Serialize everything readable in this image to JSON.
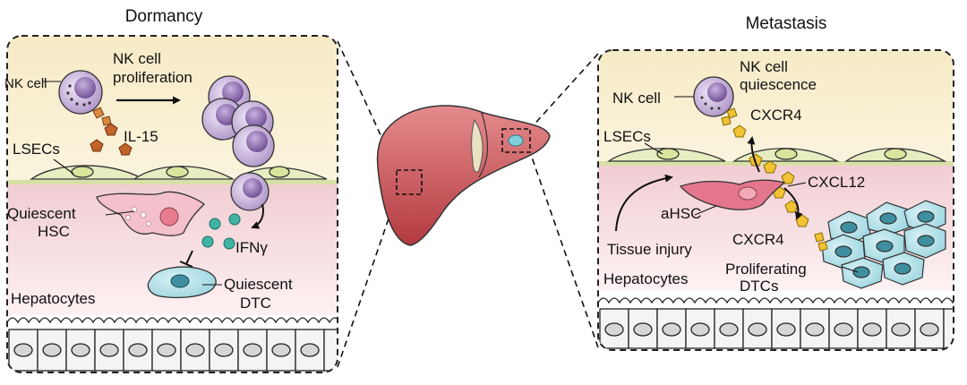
{
  "titles": {
    "left": "Dormancy",
    "right": "Metastasis"
  },
  "left_panel": {
    "nk_cell": "NK cell",
    "proliferation_line1": "NK cell",
    "proliferation_line2": "proliferation",
    "il15": "IL-15",
    "lsecs": "LSECs",
    "hsc_line1": "Quiescent",
    "hsc_line2": "HSC",
    "ifn": "IFNγ",
    "dtc_line1": "Quiescent",
    "dtc_line2": "DTC",
    "hepatocytes": "Hepatocytes"
  },
  "right_panel": {
    "quiescence_line1": "NK cell",
    "quiescence_line2": "quiescence",
    "nk_cell": "NK cell",
    "cxcr4_top": "CXCR4",
    "lsecs": "LSECs",
    "cxcl12": "CXCL12",
    "ahsc": "aHSC",
    "cxcr4_bottom": "CXCR4",
    "tissue_injury": "Tissue injury",
    "hepatocytes": "Hepatocytes",
    "proliferating_line1": "Proliferating",
    "proliferating_line2": "DTCs"
  },
  "colors": {
    "upper_zone": "#f6ebc6",
    "lower_zone": "#f3d3d8",
    "nk_cell": "#a98fc4",
    "il15": "#c2642a",
    "cxcl12": "#f1c232",
    "ifn": "#3fb3a6",
    "liver": "#c04a4e",
    "dtc": "#a9dde6"
  }
}
